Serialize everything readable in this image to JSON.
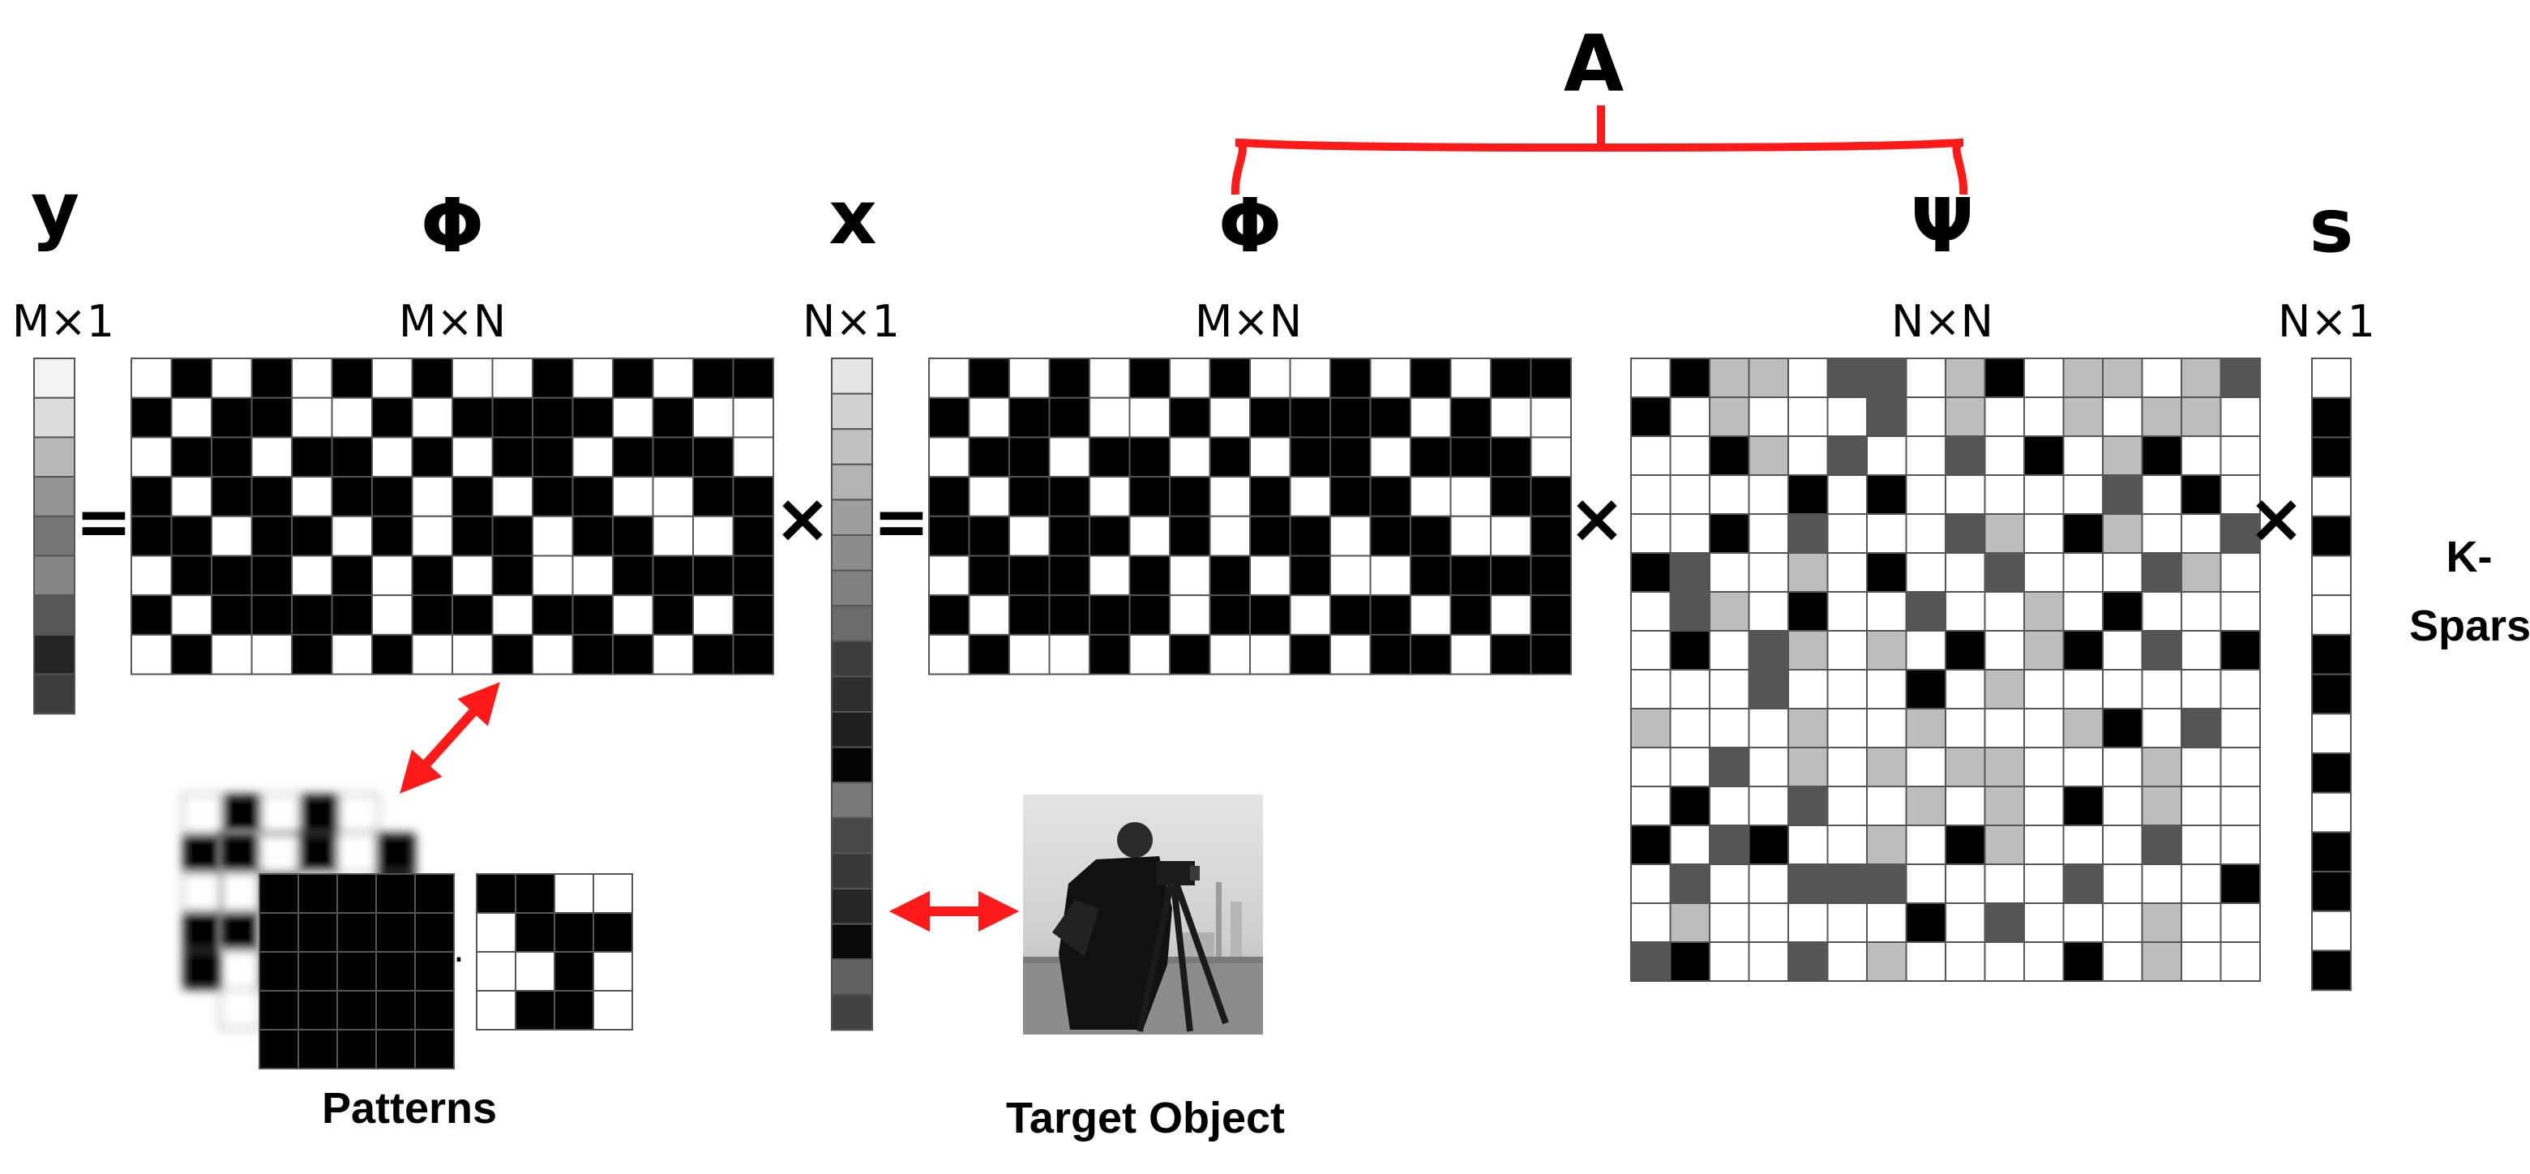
{
  "equation": {
    "y": {
      "symbol": "y",
      "dim": "M×1"
    },
    "phi": {
      "symbol": "Φ",
      "dim": "M×N"
    },
    "x": {
      "symbol": "x",
      "dim": "N×1"
    },
    "psi": {
      "symbol": "Ψ",
      "dim": "N×N"
    },
    "s": {
      "symbol": "s",
      "dim": "N×1"
    },
    "a_label": "A",
    "equals": "=",
    "times": "×"
  },
  "labels": {
    "patterns": "Patterns",
    "target_object": "Target Object",
    "k_sparse_line1": "K-",
    "k_sparse_line2": "Sparse",
    "ellipsis": "..."
  },
  "colors": {
    "accent": "#ff1a1a",
    "black": "#000000",
    "white": "#ffffff",
    "grid_line": "#555555"
  },
  "matrices": {
    "y_vector": [
      0.95,
      0.86,
      0.72,
      0.58,
      0.46,
      0.52,
      0.34,
      0.14,
      0.24
    ],
    "phi": [
      [
        0,
        1,
        0,
        1,
        0,
        1,
        0,
        1,
        0,
        0,
        1,
        0,
        1,
        0,
        1,
        1
      ],
      [
        1,
        0,
        1,
        1,
        0,
        0,
        1,
        0,
        1,
        1,
        1,
        1,
        0,
        1,
        0,
        0
      ],
      [
        0,
        1,
        1,
        0,
        1,
        1,
        0,
        1,
        0,
        1,
        1,
        0,
        1,
        1,
        1,
        0
      ],
      [
        1,
        0,
        1,
        1,
        0,
        1,
        1,
        0,
        1,
        0,
        1,
        1,
        0,
        0,
        1,
        1
      ],
      [
        1,
        1,
        0,
        1,
        1,
        0,
        1,
        0,
        1,
        1,
        0,
        1,
        1,
        0,
        0,
        1
      ],
      [
        0,
        1,
        1,
        1,
        0,
        1,
        0,
        1,
        0,
        1,
        0,
        0,
        1,
        1,
        1,
        1
      ],
      [
        1,
        0,
        1,
        1,
        1,
        1,
        0,
        1,
        1,
        0,
        1,
        1,
        0,
        1,
        0,
        1
      ],
      [
        0,
        1,
        0,
        0,
        1,
        0,
        1,
        0,
        0,
        1,
        0,
        1,
        1,
        0,
        1,
        1
      ]
    ],
    "x_vector": [
      0.9,
      0.82,
      0.76,
      0.7,
      0.62,
      0.55,
      0.5,
      0.42,
      0.24,
      0.18,
      0.12,
      0.02,
      0.48,
      0.28,
      0.22,
      0.15,
      0.04,
      0.38,
      0.26
    ],
    "psi": [
      [
        1,
        0,
        2,
        2,
        1,
        3,
        3,
        1,
        2,
        0,
        1,
        2,
        2,
        1,
        2,
        3
      ],
      [
        0,
        1,
        2,
        1,
        1,
        1,
        3,
        1,
        2,
        1,
        1,
        2,
        1,
        2,
        2,
        1
      ],
      [
        1,
        1,
        0,
        2,
        1,
        3,
        1,
        1,
        3,
        1,
        0,
        1,
        2,
        0,
        1,
        1
      ],
      [
        1,
        1,
        1,
        1,
        0,
        1,
        0,
        1,
        1,
        1,
        1,
        1,
        3,
        1,
        0,
        1
      ],
      [
        1,
        1,
        0,
        1,
        3,
        1,
        1,
        1,
        3,
        2,
        1,
        0,
        2,
        1,
        1,
        3
      ],
      [
        0,
        3,
        1,
        1,
        2,
        1,
        0,
        1,
        1,
        3,
        1,
        1,
        1,
        3,
        2,
        1
      ],
      [
        1,
        3,
        2,
        1,
        0,
        1,
        1,
        3,
        1,
        1,
        2,
        1,
        0,
        1,
        1,
        1
      ],
      [
        1,
        0,
        1,
        3,
        2,
        1,
        2,
        1,
        0,
        1,
        2,
        0,
        1,
        3,
        1,
        0
      ],
      [
        1,
        1,
        1,
        3,
        1,
        1,
        1,
        0,
        1,
        2,
        1,
        1,
        1,
        1,
        1,
        1
      ],
      [
        2,
        1,
        1,
        1,
        2,
        1,
        1,
        2,
        1,
        1,
        1,
        2,
        0,
        1,
        3,
        1
      ],
      [
        1,
        1,
        3,
        1,
        2,
        1,
        2,
        1,
        2,
        2,
        1,
        1,
        1,
        2,
        1,
        1
      ],
      [
        1,
        0,
        1,
        1,
        3,
        1,
        1,
        2,
        1,
        2,
        1,
        0,
        1,
        2,
        1,
        1
      ],
      [
        0,
        1,
        3,
        0,
        1,
        1,
        2,
        1,
        0,
        2,
        1,
        1,
        1,
        3,
        1,
        1
      ],
      [
        1,
        3,
        1,
        1,
        3,
        3,
        3,
        1,
        1,
        1,
        1,
        3,
        1,
        1,
        1,
        0
      ],
      [
        1,
        2,
        1,
        1,
        1,
        1,
        1,
        0,
        1,
        3,
        1,
        1,
        1,
        2,
        1,
        1
      ],
      [
        3,
        0,
        1,
        1,
        3,
        1,
        2,
        1,
        1,
        1,
        1,
        0,
        1,
        2,
        1,
        1
      ]
    ],
    "s_vector": [
      0,
      1,
      1,
      0,
      1,
      0,
      0,
      1,
      1,
      0,
      1,
      0,
      1,
      1,
      0,
      1
    ]
  }
}
